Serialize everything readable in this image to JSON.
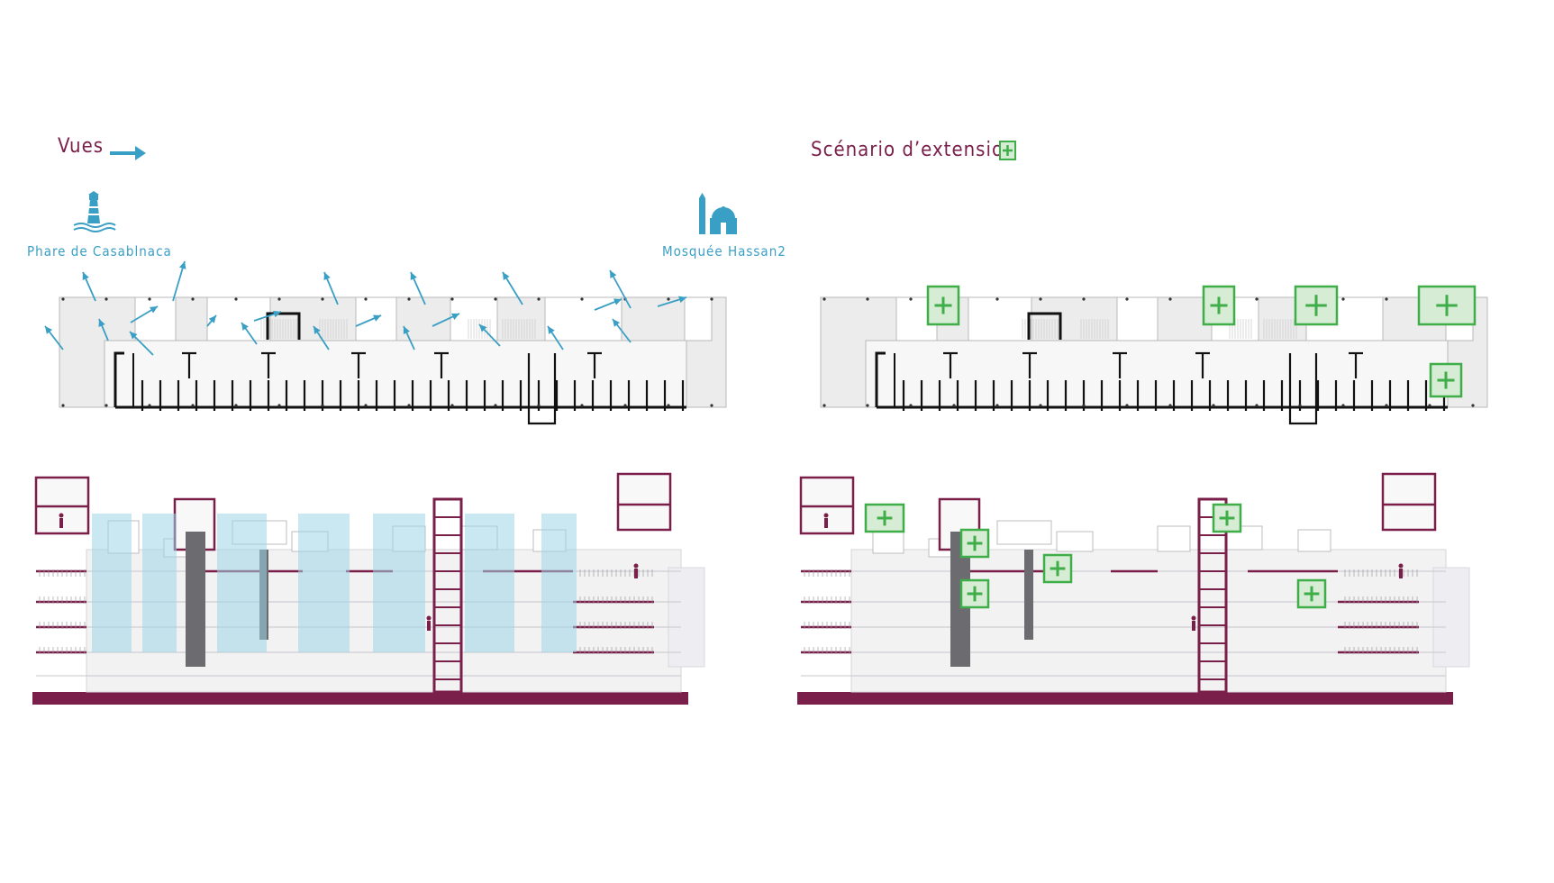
{
  "colors": {
    "title": "#7a1f4a",
    "views_accent": "#3a9fc4",
    "extension_accent": "#3fae49",
    "extension_fill": "#d7ecd5",
    "plum": "#7a1f4a",
    "glass": "#9fd5e6",
    "plan_fill": "#ececec",
    "line_dark": "#111111",
    "line_light": "#b9b9b9"
  },
  "left": {
    "title": "Vues",
    "title_icon": "arrow-right-icon",
    "landmark_left": {
      "label": "Phare de Casablnaca",
      "icon": "lighthouse-icon"
    },
    "landmark_right": {
      "label": "Mosquée Hassan2",
      "icon": "mosque-icon"
    },
    "plan_overlay": "view-arrows",
    "section_overlay": "glazed-facades"
  },
  "right": {
    "title": "Scénario d’extension",
    "title_icon": "plus-box-icon",
    "plan_overlay": "extension-boxes",
    "section_overlay": "extension-boxes"
  }
}
